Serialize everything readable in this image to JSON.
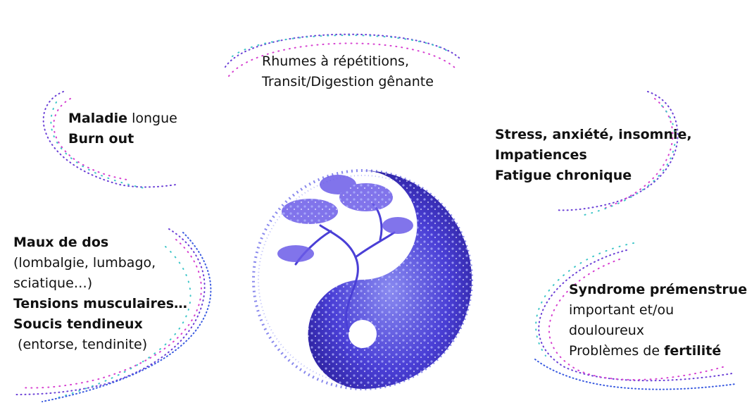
{
  "colors": {
    "accent_purple": "#6a3fd6",
    "accent_magenta": "#d63fd0",
    "accent_teal": "#3fc6c8",
    "accent_blue": "#3a5be0"
  },
  "symbol": {
    "icon": "yin-yang-tree-icon"
  },
  "top": {
    "line1": "Rhumes à répétitions,",
    "line2": "Transit/Digestion gênante"
  },
  "upper_left": {
    "line1_bold": "Maladie",
    "line1_rest": " longue",
    "line2": "Burn out"
  },
  "upper_right": {
    "line1": "Stress, anxiété, insomnie,",
    "line2": "Impatiences",
    "line3": "Fatigue chronique"
  },
  "lower_left": {
    "line1": "Maux de dos",
    "line2": "(lombalgie, lumbago,",
    "line3": "sciatique…)",
    "line4": "Tensions musculaires…",
    "line5": "Soucis tendineux",
    "line6": " (entorse, tendinite)"
  },
  "lower_right": {
    "line1": "Syndrome prémenstruel",
    "line2": "important et/ou",
    "line3": "douloureux",
    "line4_rest": "Problèmes de ",
    "line4_bold": "fertilité"
  }
}
